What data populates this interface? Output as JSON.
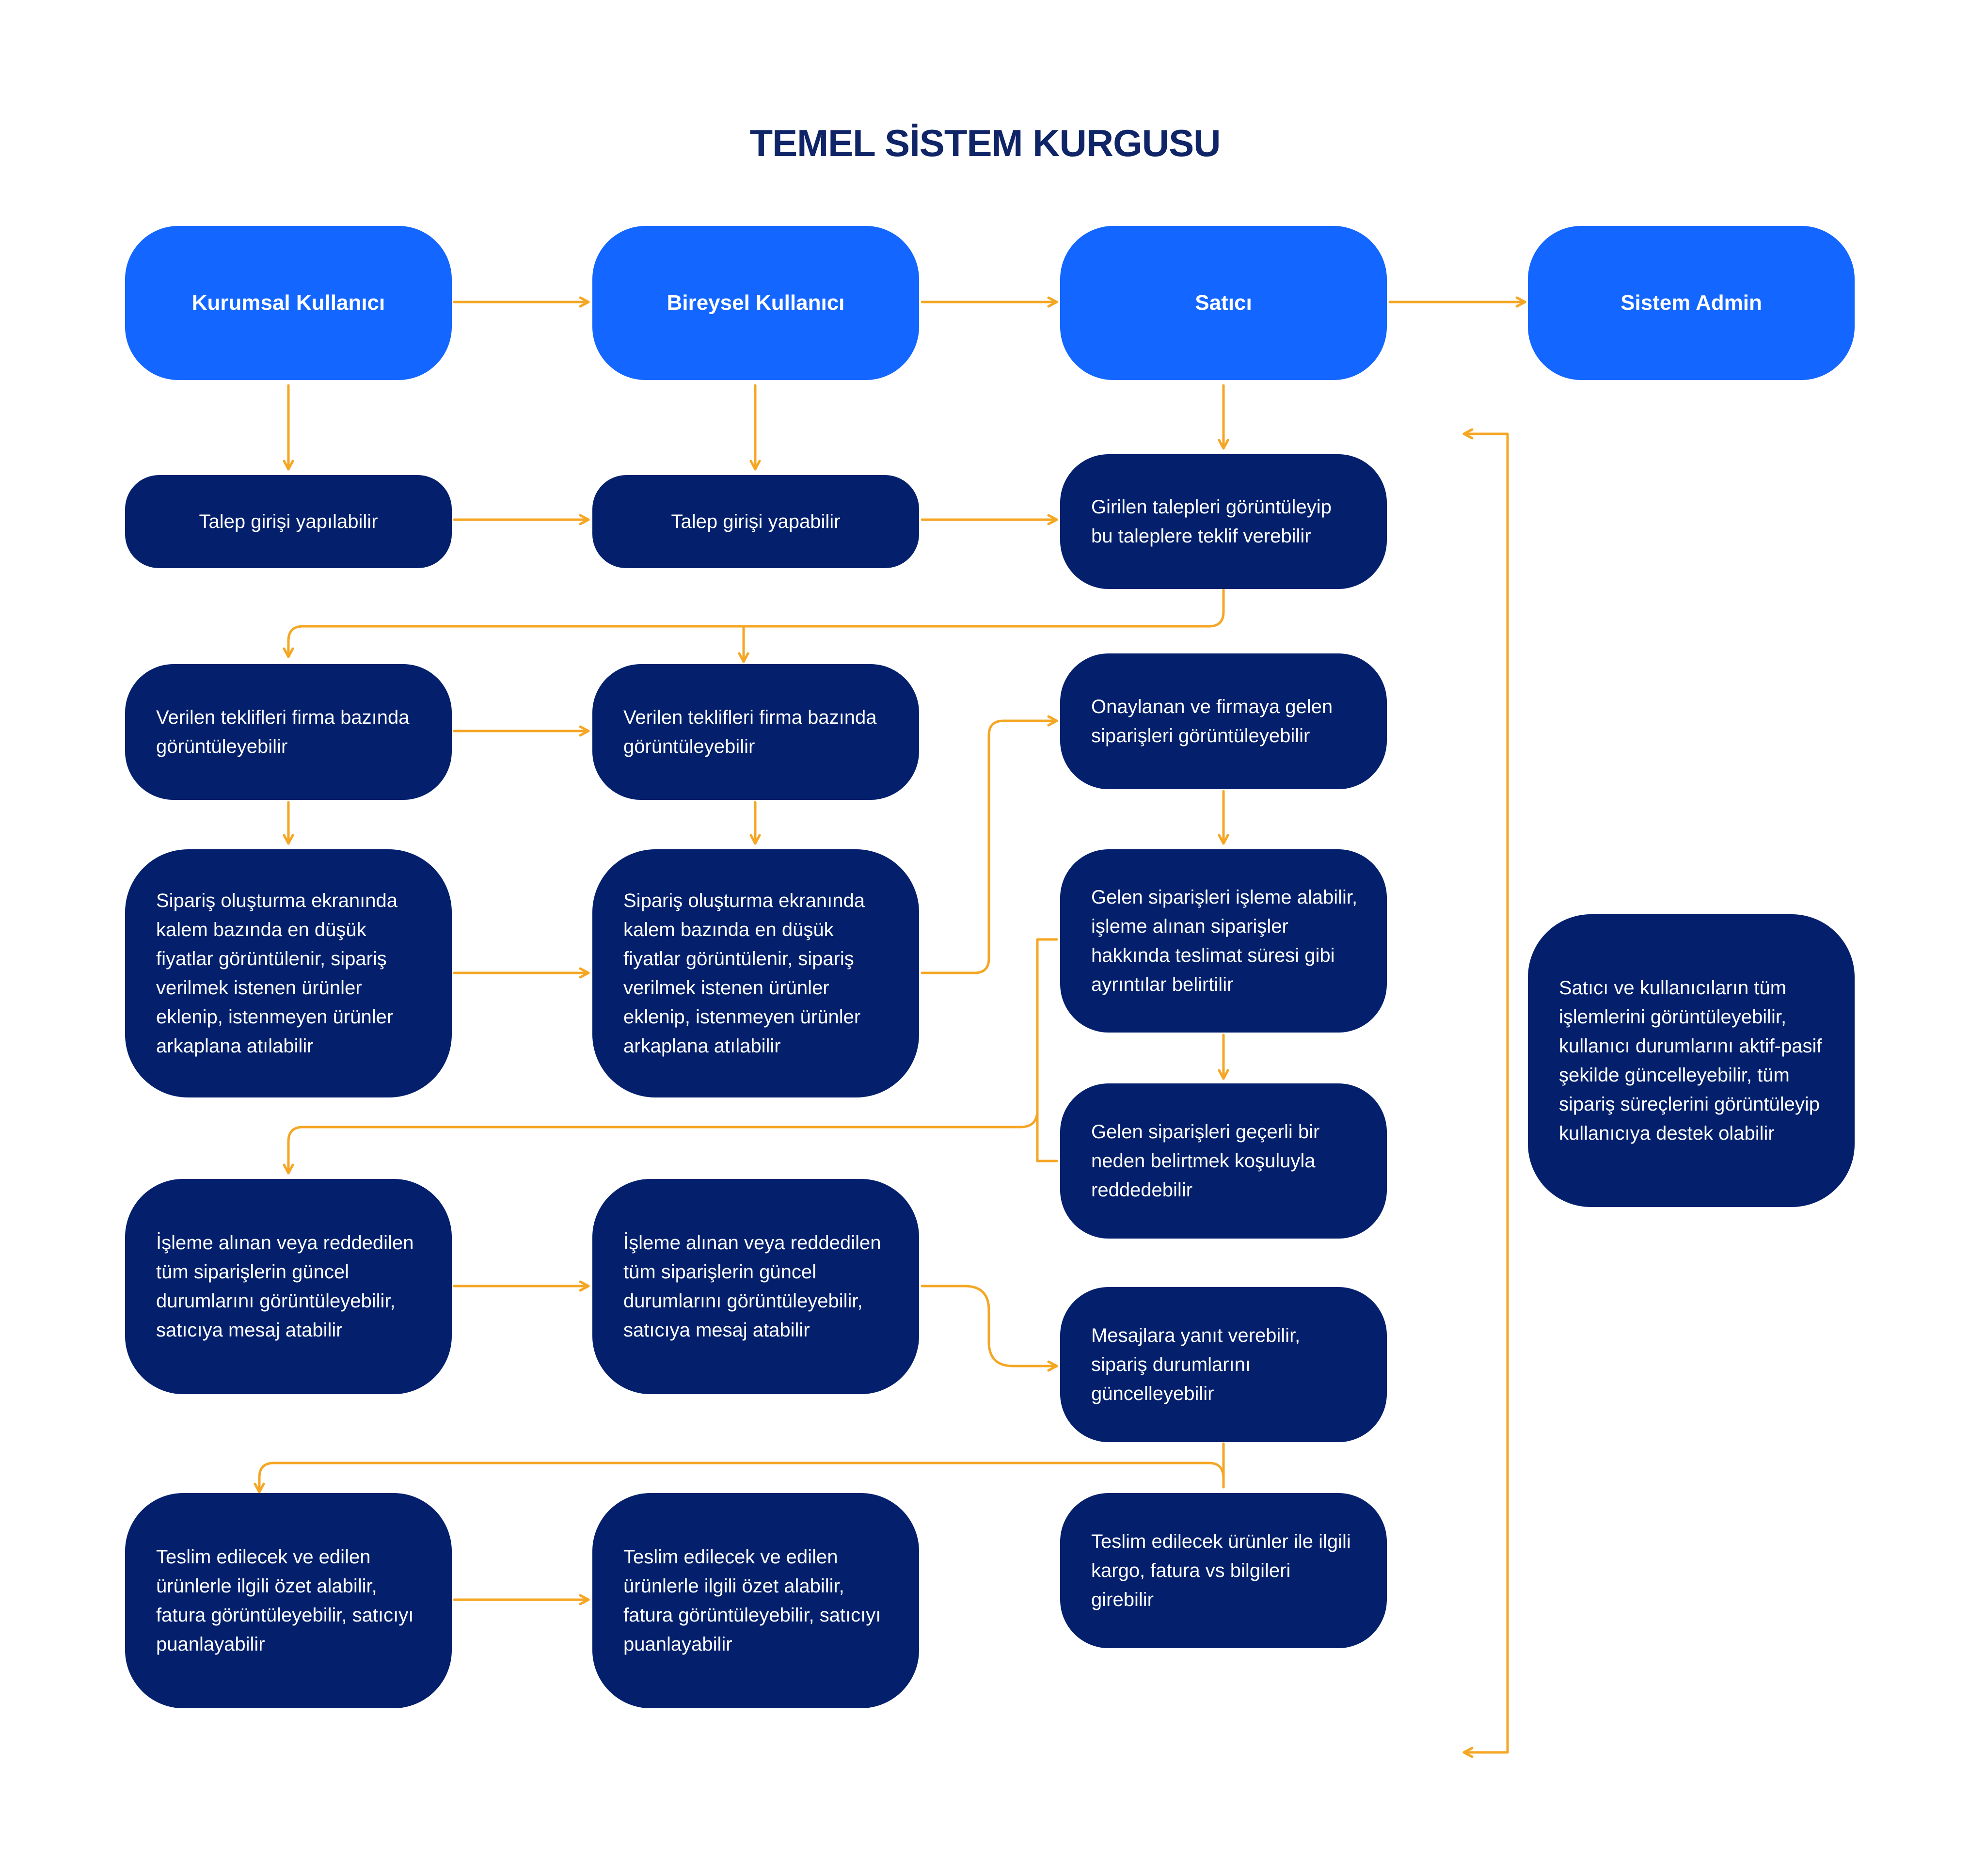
{
  "title": "TEMEL SİSTEM KURGUSU",
  "colors": {
    "role": "#1366ff",
    "step": "#04206d",
    "arrow": "#f5a623",
    "title": "#0f2567"
  },
  "roles": {
    "kurumsal": "Kurumsal Kullanıcı",
    "bireysel": "Bireysel Kullanıcı",
    "satici": "Satıcı",
    "admin": "Sistem Admin"
  },
  "steps": {
    "k_talep": "Talep girişi yapılabilir",
    "b_talep": "Talep girişi yapabilir",
    "s_talep": "Girilen talepleri görüntüleyip bu taleplere teklif verebilir",
    "k_teklif": "Verilen teklifleri firma bazında görüntüleyebilir",
    "b_teklif": "Verilen teklifleri firma bazında görüntüleyebilir",
    "s_onay": "Onaylanan ve firmaya gelen siparişleri görüntüleyebilir",
    "k_siparis": "Sipariş oluşturma ekranında kalem bazında en düşük fiyatlar görüntülenir, sipariş verilmek istenen ürünler eklenip, istenmeyen ürünler arkaplana atılabilir",
    "b_siparis": "Sipariş oluşturma ekranında kalem bazında en düşük fiyatlar görüntülenir, sipariş verilmek istenen ürünler eklenip, istenmeyen ürünler arkaplana atılabilir",
    "s_isleme": "Gelen siparişleri işleme alabilir, işleme alınan siparişler hakkında teslimat süresi gibi ayrıntılar belirtilir",
    "s_red": "Gelen siparişleri geçerli bir neden belirtmek koşuluyla reddedebilir",
    "k_durum": "İşleme alınan veya reddedilen tüm siparişlerin güncel durumlarını görüntüleyebilir, satıcıya mesaj atabilir",
    "b_durum": "İşleme alınan veya reddedilen tüm siparişlerin güncel durumlarını görüntüleyebilir, satıcıya mesaj atabilir",
    "s_mesaj": "Mesajlara yanıt verebilir, sipariş durumlarını güncelleyebilir",
    "k_teslim": "Teslim edilecek ve edilen ürünlerle ilgili özet alabilir, fatura görüntüleyebilir, satıcıyı puanlayabilir",
    "b_teslim": "Teslim edilecek ve edilen ürünlerle ilgili özet alabilir, fatura görüntüleyebilir, satıcıyı puanlayabilir",
    "s_kargo": "Teslim edilecek ürünler ile ilgili kargo, fatura vs bilgileri girebilir",
    "admin": "Satıcı ve kullanıcıların tüm işlemlerini görüntüleyebilir, kullanıcı durumlarını aktif-pasif şekilde güncelleyebilir, tüm sipariş süreçlerini görüntüleyip kullanıcıya destek olabilir"
  }
}
